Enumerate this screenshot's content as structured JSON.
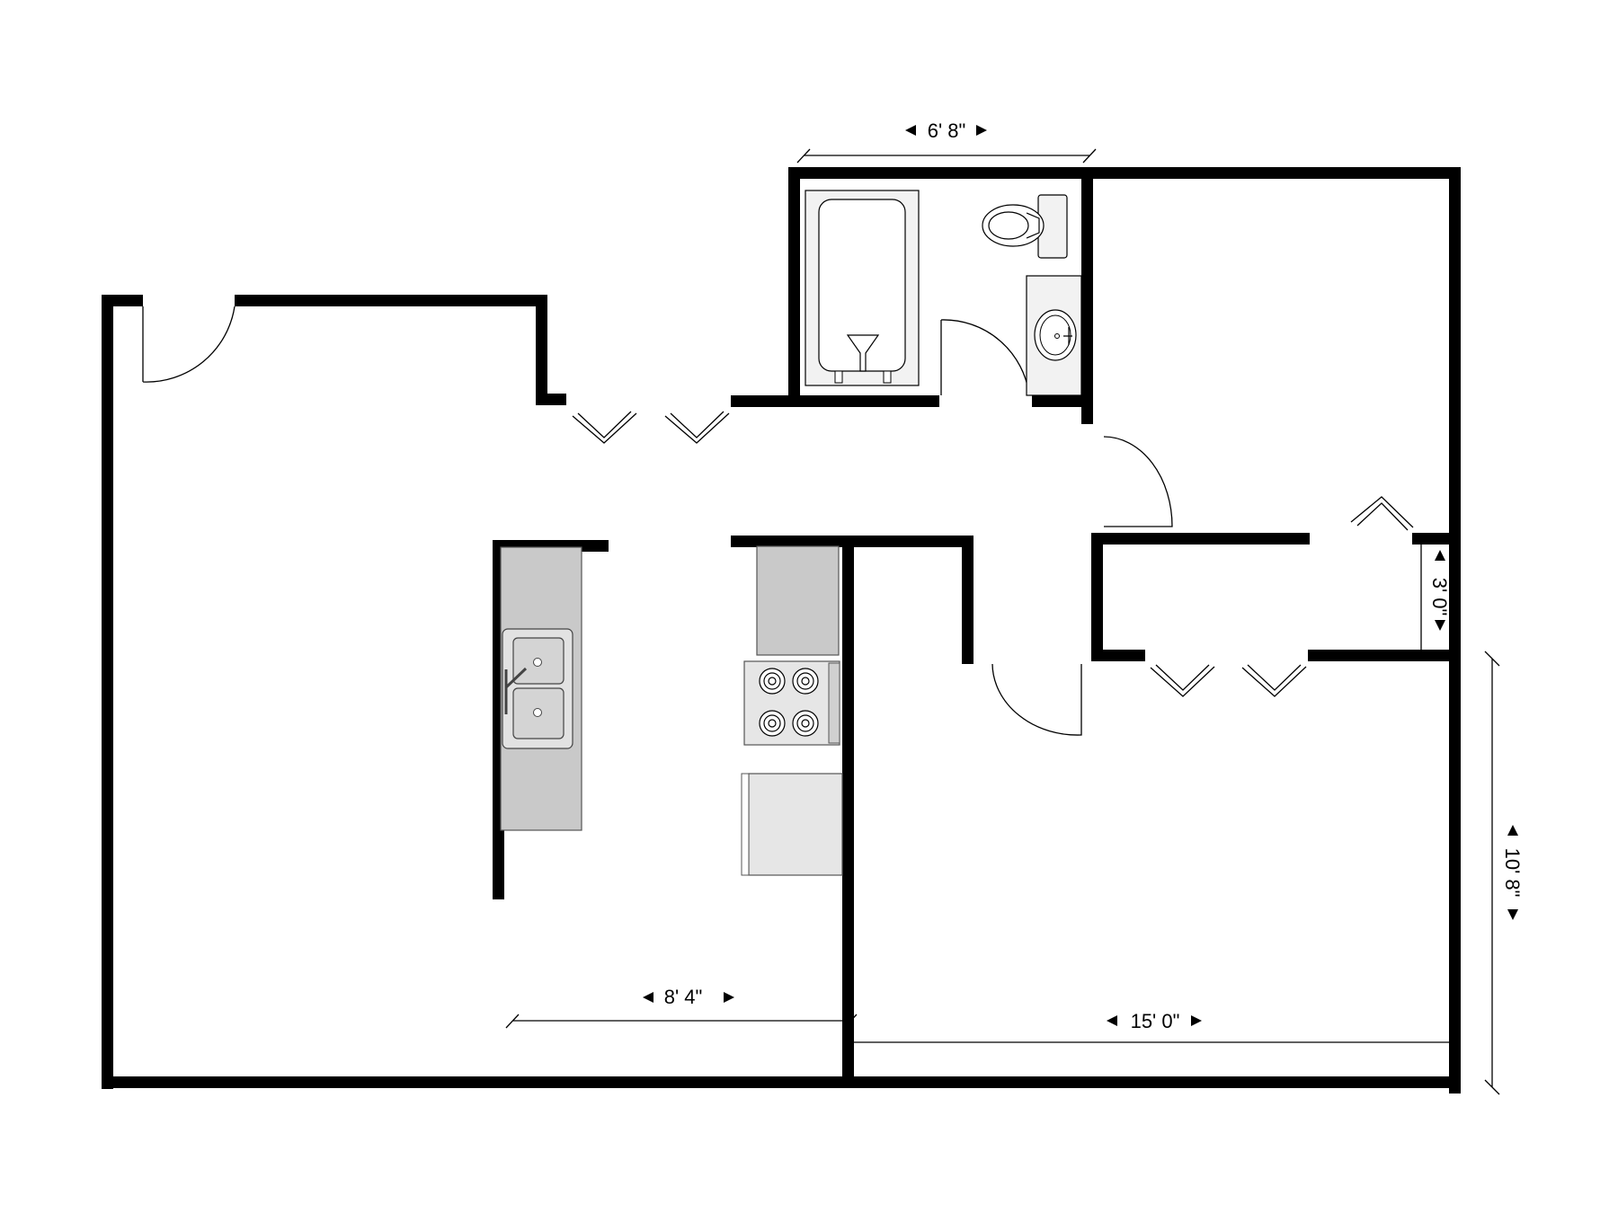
{
  "dimensions": {
    "bathroom_width": "6' 8\"",
    "closet_depth": "3' 0\"",
    "kitchen_width": "8' 4\"",
    "bedroom_width": "15' 0\"",
    "bedroom_depth": "10' 8\""
  },
  "colors": {
    "walls": "#000000",
    "counter": "#c9c9c9",
    "fixture": "#f2f2f2"
  },
  "icons": {
    "bathtub": "bathtub-icon",
    "toilet": "toilet-icon",
    "bath_sink": "bathroom-sink-icon",
    "kitchen_sink": "kitchen-sink-icon",
    "stove": "stove-icon",
    "refrigerator": "refrigerator-icon"
  }
}
